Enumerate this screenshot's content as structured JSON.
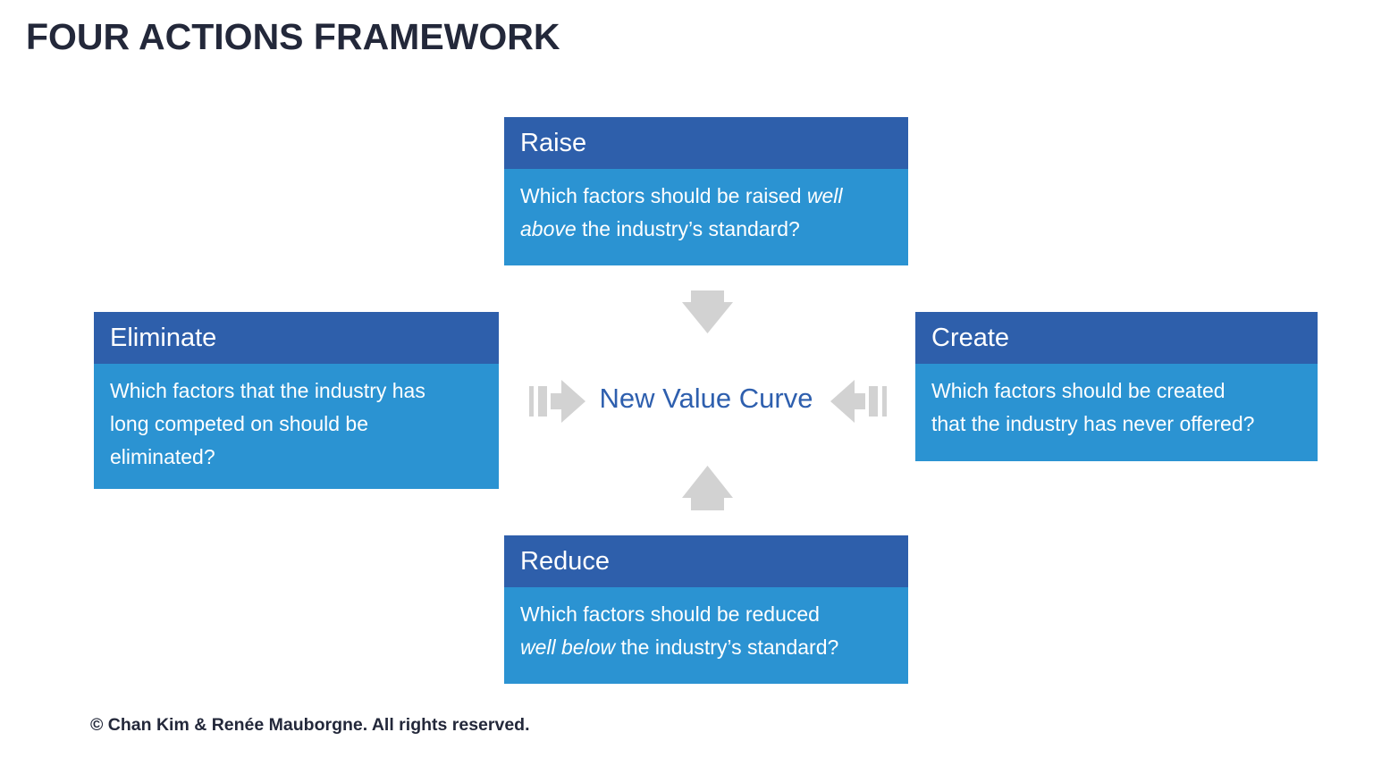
{
  "page": {
    "title": "FOUR ACTIONS FRAMEWORK",
    "footer": "© Chan Kim & Renée Mauborgne. All rights reserved."
  },
  "center": {
    "label": "New Value Curve"
  },
  "cards": {
    "raise": {
      "title": "Raise",
      "body_pre": "Which factors should be raised ",
      "body_italic": "well\nabove",
      "body_post": " the industry’s standard?"
    },
    "eliminate": {
      "title": "Eliminate",
      "body_pre": "Which factors that the industry has\nlong competed on should be\neliminated?",
      "body_italic": "",
      "body_post": ""
    },
    "create": {
      "title": "Create",
      "body_pre": "Which factors should be created\nthat the industry has never offered?",
      "body_italic": "",
      "body_post": ""
    },
    "reduce": {
      "title": "Reduce",
      "body_pre": "Which factors should be reduced\n",
      "body_italic": "well below",
      "body_post": " the industry’s standard?"
    }
  },
  "icons": {
    "top": "arrow-down-icon",
    "bottom": "arrow-up-icon",
    "left": "arrow-right-bars-icon",
    "right": "arrow-left-bars-icon"
  },
  "colors": {
    "header_blue": "#2e5fab",
    "body_blue": "#2b93d2",
    "center_text_blue": "#2e5fae",
    "arrow_gray": "#d2d2d2",
    "ink": "#23283a",
    "background": "#ffffff",
    "text_on_blue": "#ffffff"
  }
}
